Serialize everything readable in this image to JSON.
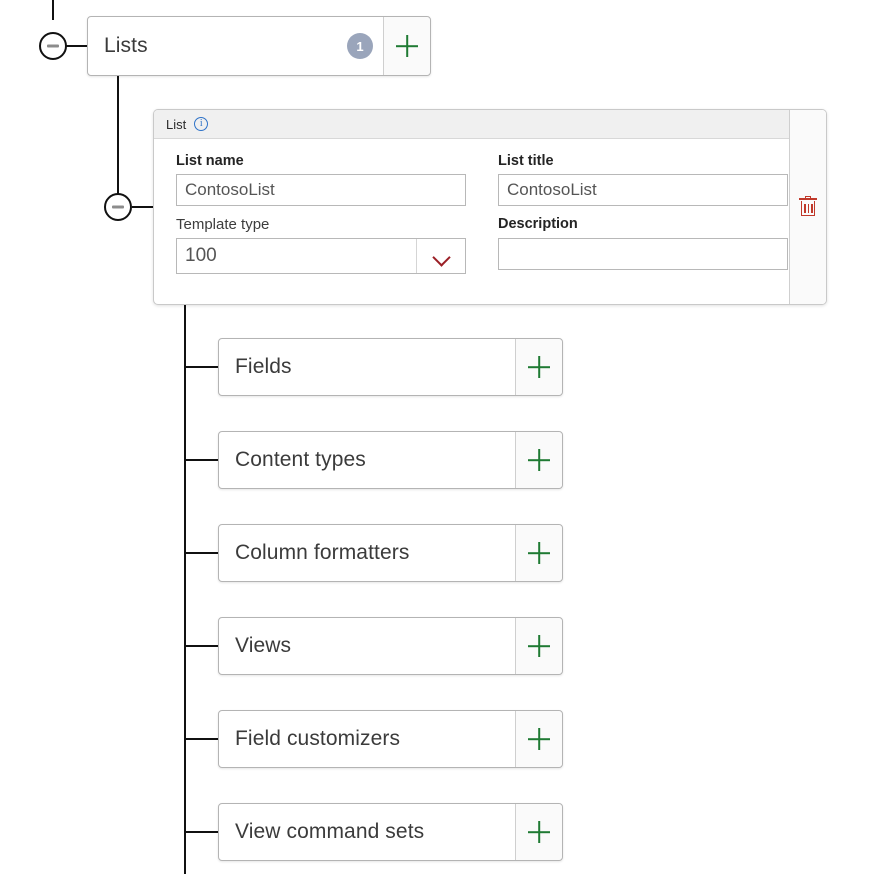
{
  "tree": {
    "root_node": {
      "label": "Lists",
      "badge_count": "1",
      "add_icon": "plus-icon",
      "collapse_icon": "minus-circle-icon"
    },
    "list_item_collapse_icon": "minus-circle-icon",
    "child_nodes": [
      {
        "label": "Fields",
        "add_icon": "plus-icon"
      },
      {
        "label": "Content types",
        "add_icon": "plus-icon"
      },
      {
        "label": "Column formatters",
        "add_icon": "plus-icon"
      },
      {
        "label": "Views",
        "add_icon": "plus-icon"
      },
      {
        "label": "Field customizers",
        "add_icon": "plus-icon"
      },
      {
        "label": "View command sets",
        "add_icon": "plus-icon"
      }
    ]
  },
  "list_panel": {
    "header_title": "List",
    "info_icon": "info-circle-icon",
    "delete_icon": "trash-icon",
    "fields": {
      "list_name": {
        "label": "List name",
        "value": "ContosoList",
        "placeholder": ""
      },
      "list_title": {
        "label": "List title",
        "value": "ContosoList",
        "placeholder": ""
      },
      "template_type": {
        "label": "Template type",
        "value": "100",
        "dropdown_icon": "chevron-down-icon"
      },
      "description": {
        "label": "Description",
        "value": "",
        "placeholder": ""
      }
    }
  },
  "colors": {
    "badge_bg": "#9aa5bb",
    "plus_green": "#1f7a33",
    "info_blue": "#2f73c8",
    "delete_red": "#c0392b",
    "chevron_red": "#9b1f26",
    "tree_line": "#111111"
  }
}
